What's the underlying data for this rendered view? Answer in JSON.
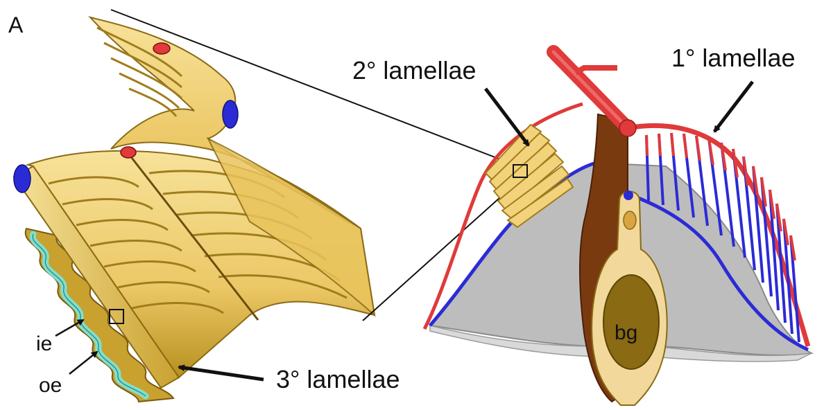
{
  "panel_label": "A",
  "labels": {
    "secondary": "2° lamellae",
    "primary": "1° lamellae",
    "tertiary": "3° lamellae",
    "inner_epithelium": "ie",
    "outer_epithelium": "oe",
    "branchial_gill": "bg"
  },
  "colors": {
    "lamella_fill": "#f2d27a",
    "lamella_edge": "#b08a22",
    "lamella_shadow": "#a07d1c",
    "tertiary_fill": "#7fe0d0",
    "artery": "#e03a3a",
    "vein": "#2b2bd6",
    "arch_brown": "#7a3a10",
    "bg_fill": "#8a6a12",
    "septum_grey": "#b9b9b9"
  },
  "icons": [
    "arrow-icon"
  ]
}
